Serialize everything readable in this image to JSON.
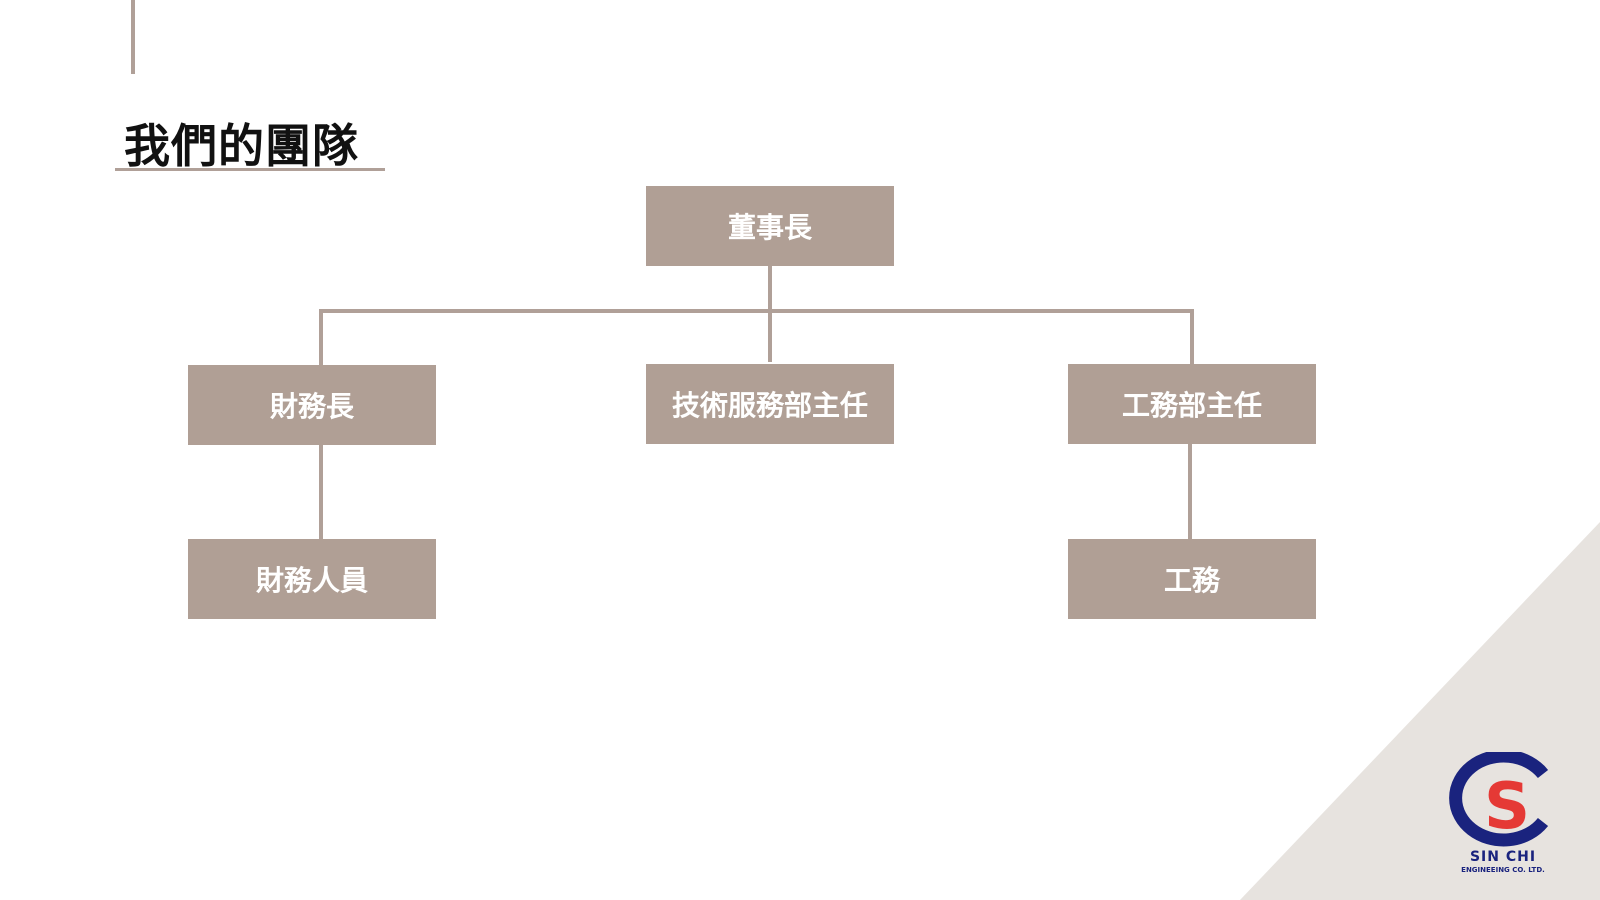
{
  "slide": {
    "title": "我們的團隊"
  },
  "org_chart": {
    "chairman": "董事長",
    "cfo": "財務長",
    "tech_director": "技術服務部主任",
    "engineering_director": "工務部主任",
    "finance_staff": "財務人員",
    "engineering_staff": "工務"
  },
  "logo": {
    "name": "SIN CHI",
    "subtitle": "ENGINEEING CO. LTD.",
    "letters": "CS"
  },
  "colors": {
    "box_fill": "#b09f95",
    "connector": "#b0a098",
    "corner_triangle": "#e7e3df",
    "logo_blue": "#1a237e",
    "logo_red": "#e53935"
  }
}
